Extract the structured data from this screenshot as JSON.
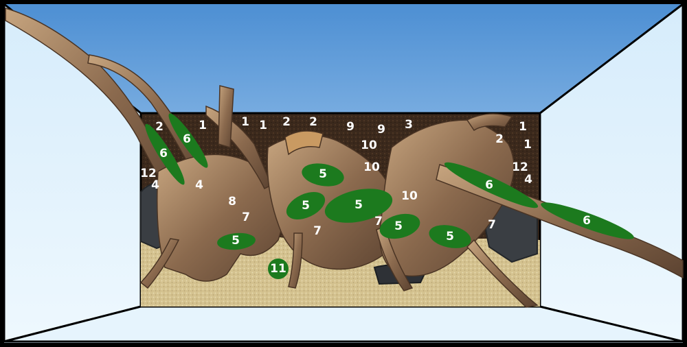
{
  "colors": {
    "frame": "#000000",
    "wall_light": "#e3f3fd",
    "sky_top": "#4d8fd3",
    "sky_bottom": "#cfe7fb",
    "substrate_back": "#3c2a1d",
    "sand": "#d8c796",
    "wood": "#8b6a4e",
    "wood_light": "#c09b73",
    "stone": "#3b3f44",
    "plant_green": "#1c7a1e",
    "label_white": "#ffffff"
  },
  "labels": {
    "l1": "1",
    "l2": "1",
    "l3": "1",
    "l4": "1",
    "l5": "1",
    "l6": "2",
    "l7": "2",
    "l8": "2",
    "l9": "2",
    "l10": "3",
    "l11": "4",
    "l12": "4",
    "l13": "4",
    "l14": "7",
    "l15": "7",
    "l16": "7",
    "l17": "7",
    "l18": "8",
    "l19": "9",
    "l20": "9",
    "l21": "10",
    "l22": "10",
    "l23": "10",
    "l24": "12",
    "l25": "12"
  },
  "plants": {
    "p6a": "6",
    "p6b": "6",
    "p6c": "6",
    "p6d": "6",
    "p5a": "5",
    "p5b": "5",
    "p5c": "5",
    "p5d": "5",
    "p5e": "5",
    "p5f": "5",
    "p11": "11"
  },
  "icons": {
    "hardscape": "driftwood-icon",
    "stones": "stone-icon"
  }
}
